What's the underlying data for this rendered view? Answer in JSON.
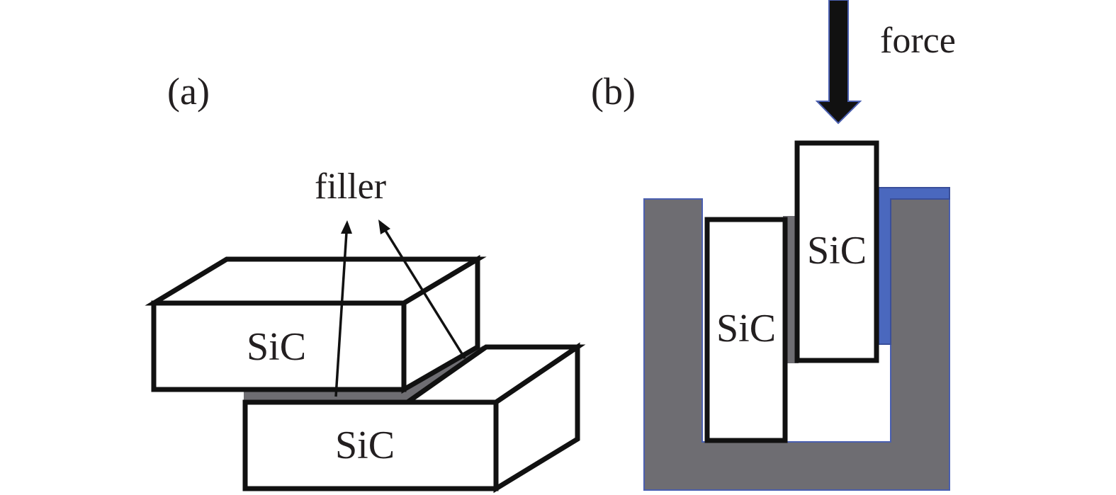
{
  "panels": {
    "a": {
      "label": "(a)",
      "upper_block_label": "SiC",
      "lower_block_label": "SiC",
      "filler_label": "filler"
    },
    "b": {
      "label": "(b)",
      "left_block_label": "SiC",
      "right_block_label": "SiC",
      "force_label": "force"
    }
  },
  "colors": {
    "outline": "#111111",
    "filler": "#6e6d72",
    "fixture": "#6e6d72",
    "fixture_edge": "#4a5fb0",
    "blue_plate": "#4a68be",
    "text": "#231f20"
  }
}
